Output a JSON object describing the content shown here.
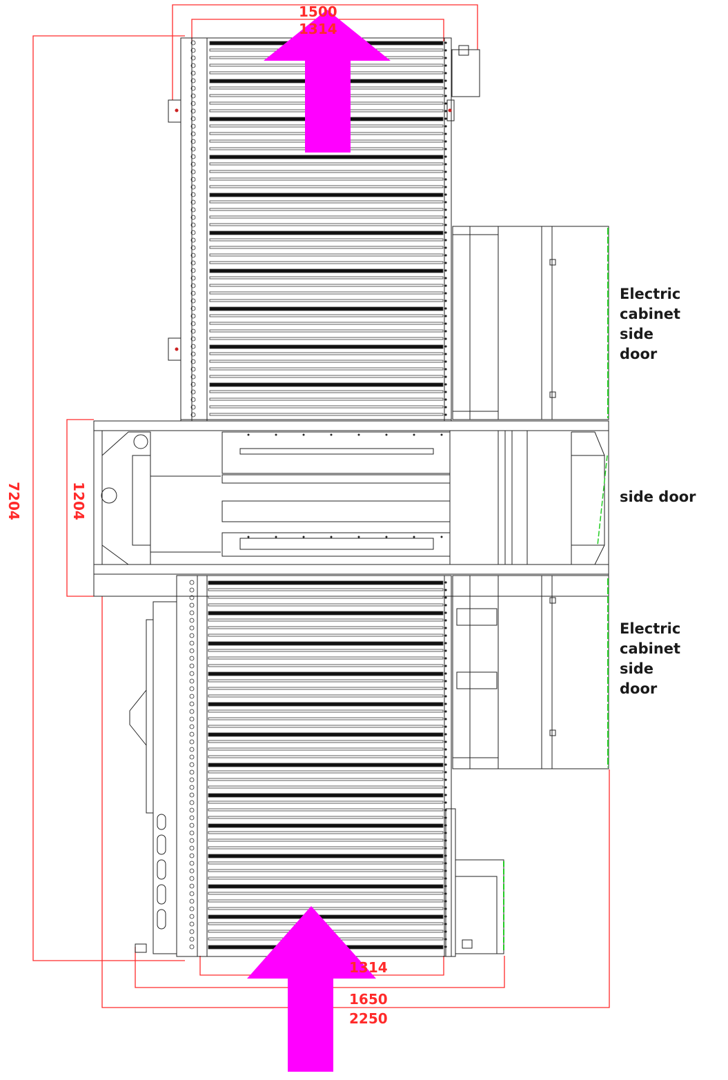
{
  "labels": {
    "top_right_line1": "Electric",
    "top_right_line2": "cabinet",
    "top_right_line3": "side",
    "top_right_line4": "door",
    "middle_right": "side door",
    "bottom_right_line1": "Electric",
    "bottom_right_line2": "cabinet",
    "bottom_right_line3": "side",
    "bottom_right_line4": "door"
  },
  "dimensions": {
    "top_outer_width": "1500",
    "top_inner_width": "1314",
    "total_length": "7204",
    "center_section_length": "1204",
    "bottom_inner_width": "1314",
    "bottom_mid_width": "1650",
    "bottom_outer_width": "2250"
  },
  "colors": {
    "dimension_lines": "#ff2a2a",
    "flow_arrows": "#ff00ff",
    "door_edges": "#22cc22",
    "drawing_lines": "#222222"
  },
  "icons": [
    "flow-arrow-up-exit",
    "flow-arrow-up-entry"
  ]
}
